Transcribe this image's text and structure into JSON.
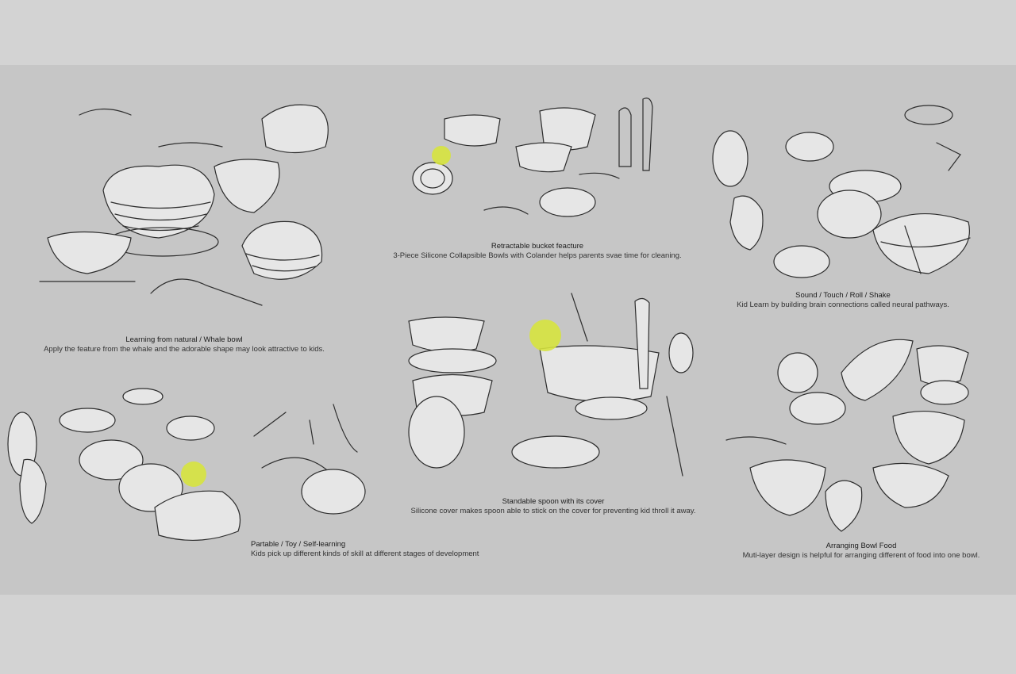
{
  "panels": [
    {
      "title": "Learning from natural / Whale bowl",
      "description": "Apply the feature from the whale and the adorable shape may look attractive to kids."
    },
    {
      "title": "Retractable bucket feacture",
      "description": "3-Piece Silicone Collapsible Bowls with Colander helps parents svae time for cleaning."
    },
    {
      "title": "Sound / Touch / Roll / Shake",
      "description": "Kid Learn by building brain connections called neural pathways."
    },
    {
      "title": "Standable spoon with its cover",
      "description": "Silicone cover makes spoon able to stick on the cover for preventing kid throll it away."
    },
    {
      "title": "Partable / Toy / Self-learning",
      "description": "Kids pick up different kinds of skill at different stages of development"
    },
    {
      "title": "Arranging Bowl Food",
      "description": "Muti-layer design is helpful for arranging different of food into one bowl."
    }
  ],
  "colors": {
    "accent_dot": "#d6e33e",
    "board": "#c6c6c6",
    "margin": "#d3d3d3"
  }
}
